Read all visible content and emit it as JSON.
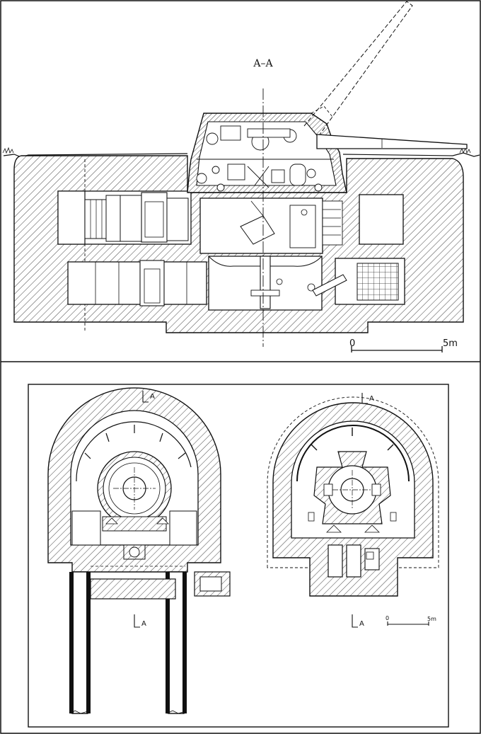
{
  "section_title": "A–A",
  "scale_bars": {
    "top": {
      "start": "0",
      "end": "5m"
    },
    "bottom": {
      "start": "0",
      "end": "5m"
    }
  },
  "section_marker_letter": "A",
  "colors": {
    "ink": "#111111",
    "paper": "#ffffff",
    "hatch": "#444444"
  }
}
